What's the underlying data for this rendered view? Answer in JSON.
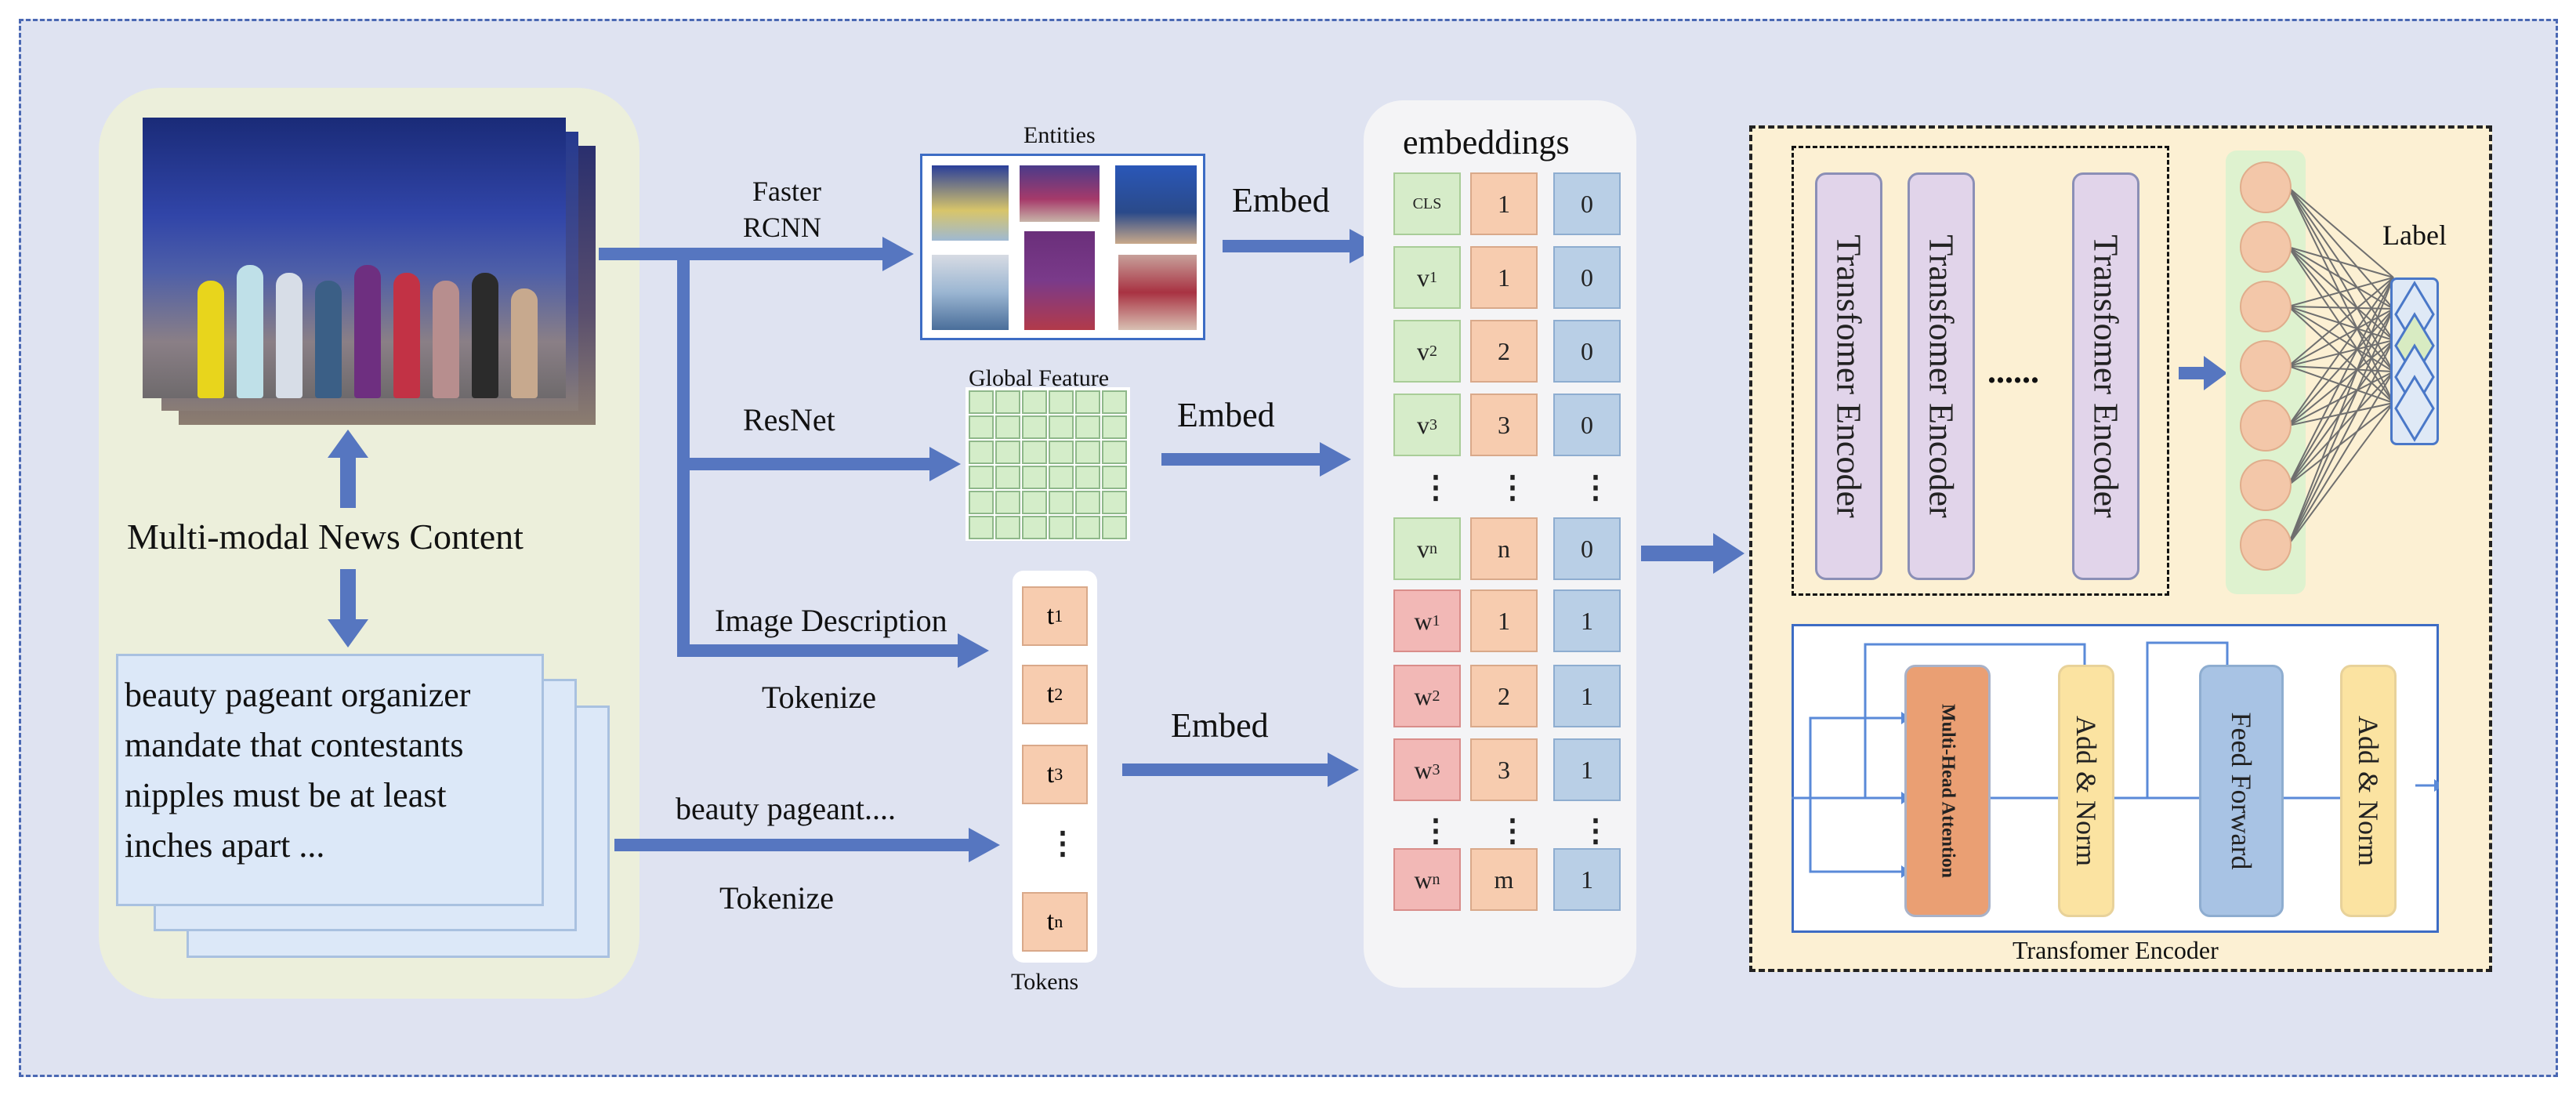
{
  "input": {
    "title": "Multi-modal News Content",
    "news_text": [
      "beauty pageant organizer",
      "mandate that contestants",
      "nipples must be at least",
      "inches apart ..."
    ]
  },
  "branches": {
    "faster_rcnn": [
      "Faster",
      "RCNN"
    ],
    "resnet": "ResNet",
    "image_description": "Image Description",
    "tokenize_1": "Tokenize",
    "text_snippet": "beauty pageant....",
    "tokenize_2": "Tokenize"
  },
  "entities": {
    "title": "Entities"
  },
  "global_feature": {
    "title": "Global Feature"
  },
  "embed_labels": [
    "Embed",
    "Embed",
    "Embed"
  ],
  "tokens": {
    "label": "Tokens",
    "items": [
      {
        "base": "t",
        "sub": "1"
      },
      {
        "base": "t",
        "sub": "2"
      },
      {
        "base": "t",
        "sub": "3"
      },
      {
        "base": "⋮",
        "sub": ""
      },
      {
        "base": "t",
        "sub": "n"
      }
    ]
  },
  "embeddings": {
    "title": "embeddings",
    "rows": [
      {
        "token": "CLS",
        "token_sub": "",
        "pos": "1",
        "seg": "0",
        "type": "cls"
      },
      {
        "token": "v",
        "token_sub": "1",
        "pos": "1",
        "seg": "0",
        "type": "visual"
      },
      {
        "token": "v",
        "token_sub": "2",
        "pos": "2",
        "seg": "0",
        "type": "visual"
      },
      {
        "token": "v",
        "token_sub": "3",
        "pos": "3",
        "seg": "0",
        "type": "visual"
      },
      {
        "token": "⋮",
        "token_sub": "",
        "pos": "⋮",
        "seg": "⋮",
        "type": "dots"
      },
      {
        "token": "v",
        "token_sub": "n",
        "pos": "n",
        "seg": "0",
        "type": "visual"
      },
      {
        "token": "w",
        "token_sub": "1",
        "pos": "1",
        "seg": "1",
        "type": "text"
      },
      {
        "token": "w",
        "token_sub": "2",
        "pos": "2",
        "seg": "1",
        "type": "text"
      },
      {
        "token": "w",
        "token_sub": "3",
        "pos": "3",
        "seg": "1",
        "type": "text"
      },
      {
        "token": "⋮",
        "token_sub": "",
        "pos": "⋮",
        "seg": "⋮",
        "type": "dots"
      },
      {
        "token": "w",
        "token_sub": "n",
        "pos": "m",
        "seg": "1",
        "type": "text"
      }
    ]
  },
  "encoders": {
    "labels": [
      "Transfomer Encoder",
      "Transfomer Encoder",
      "Transfomer Encoder"
    ],
    "ellipsis": "......",
    "output_label": "Label"
  },
  "encoder_detail": {
    "caption": "Transfomer Encoder",
    "blocks": [
      "Multi-Head  Attention",
      "Add & Norm",
      "Feed Forward",
      "Add & Norm"
    ]
  },
  "colors": {
    "frame_bg": "#dfe3f1",
    "arrow": "#5676c0",
    "visual_token": "#d6ecc9",
    "text_token": "#f2b8b6",
    "position": "#f7ccaf",
    "segment": "#b9cfe6",
    "encoder": "#e1d4ea"
  }
}
